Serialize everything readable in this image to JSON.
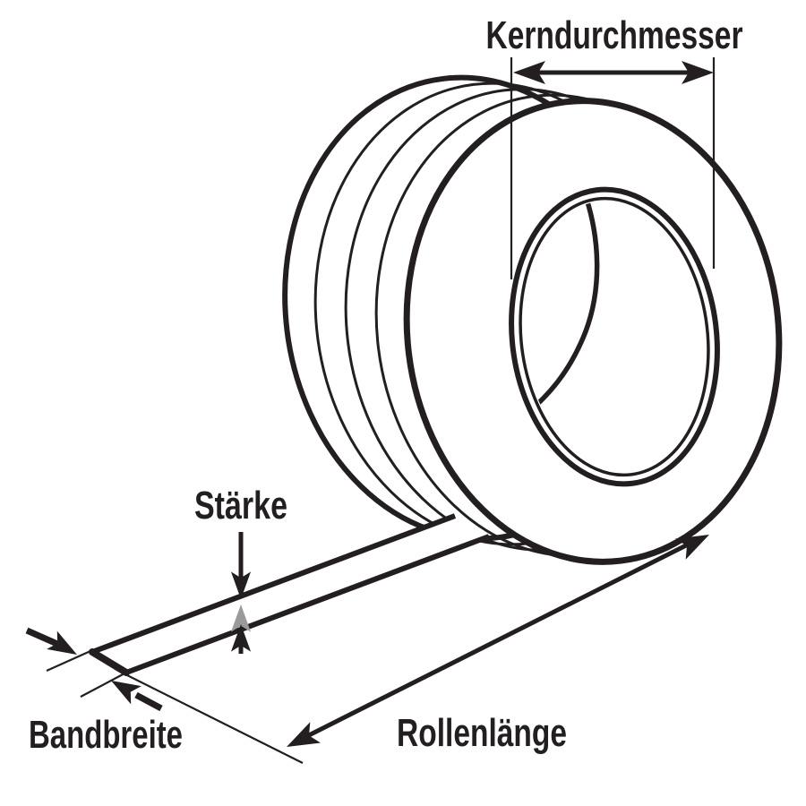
{
  "diagram": {
    "subject": "tape-roll-dimension-diagram",
    "labels": {
      "core_diameter": "Kerndurchmesser",
      "thickness": "Stärke",
      "tape_width": "Bandbreite",
      "roll_length": "Rollenlänge"
    },
    "colors": {
      "line": "#231f20",
      "hidden_arrow_gray": "#9a9a9a",
      "background": "#ffffff"
    }
  }
}
